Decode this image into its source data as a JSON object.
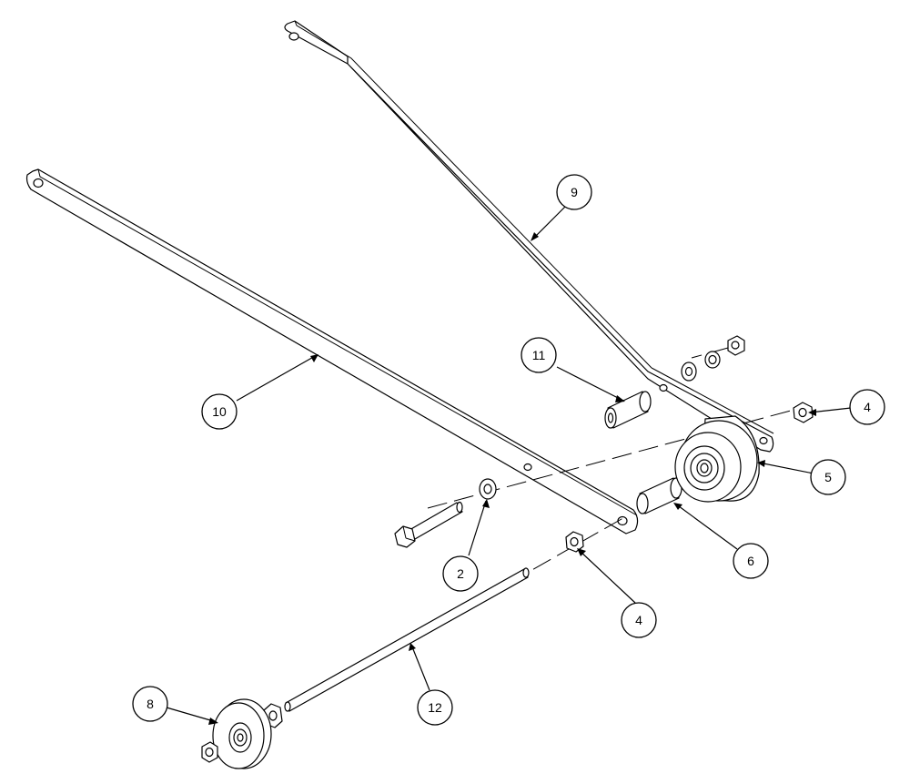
{
  "balloons": {
    "b9": "9",
    "b10": "10",
    "b11": "11",
    "b4a": "4",
    "b5": "5",
    "b2": "2",
    "b6": "6",
    "b4b": "4",
    "b8": "8",
    "b12": "12"
  }
}
